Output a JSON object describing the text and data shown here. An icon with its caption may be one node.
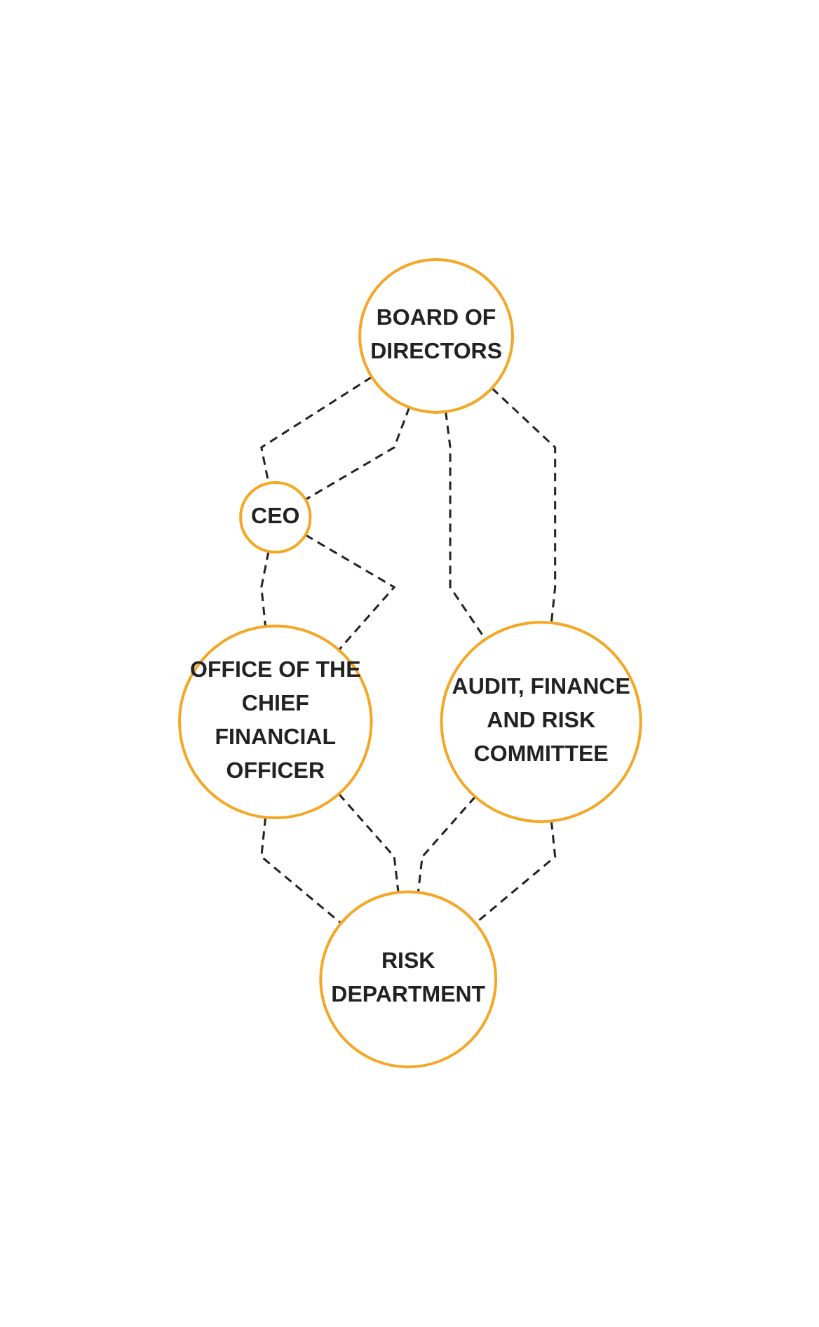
{
  "diagram": {
    "nodes": [
      {
        "text": [
          "BOARD OF DIRECTORS"
        ]
      },
      {
        "text": [
          "AUDIT, FINANCE AND RISK COMMITTEE"
        ]
      },
      {
        "text": [
          "CEO"
        ]
      },
      {
        "text": [
          "OFFICE OF THE CHIEF FINANCIAL OFFICER"
        ]
      },
      {
        "text": [
          "RISK DEPARTMENT"
        ]
      }
    ],
    "edges": [
      {
        "from": 0,
        "to": 1,
        "arrow": "none",
        "style": "dashed"
      },
      {
        "from": 0,
        "to": 1,
        "arrow": "none",
        "style": "dashed"
      },
      {
        "from": 0,
        "to": 2,
        "arrow": "none",
        "style": "dashed"
      },
      {
        "from": 0,
        "to": 2,
        "arrow": "none",
        "style": "dashed"
      },
      {
        "from": 2,
        "to": 3,
        "arrow": "none",
        "style": "dashed"
      },
      {
        "from": 2,
        "to": 3,
        "arrow": "none",
        "style": "dashed"
      },
      {
        "from": 3,
        "to": 4,
        "arrow": "none",
        "style": "dashed"
      },
      {
        "from": 3,
        "to": 4,
        "arrow": "none",
        "style": "dashed"
      },
      {
        "from": 1,
        "to": 4,
        "arrow": "none",
        "style": "dashed"
      },
      {
        "from": 1,
        "to": 4,
        "arrow": "none",
        "style": "dashed"
      }
    ]
  }
}
